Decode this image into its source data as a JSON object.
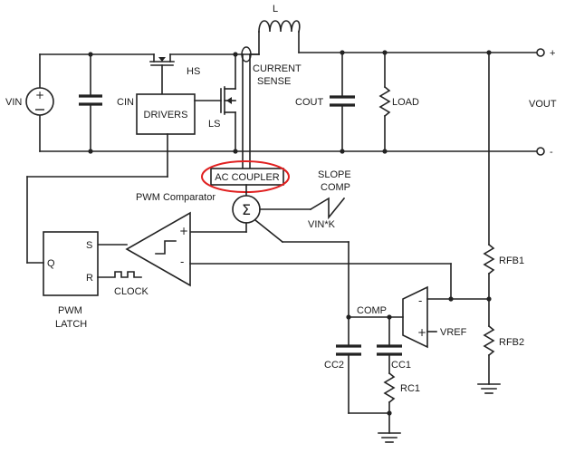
{
  "labels": {
    "inductor": "L",
    "hs": "HS",
    "ls": "LS",
    "current_sense_1": "CURRENT",
    "current_sense_2": "SENSE",
    "vin": "VIN",
    "cin": "CIN",
    "drivers": "DRIVERS",
    "cout": "COUT",
    "load": "LOAD",
    "vout": "VOUT",
    "plus": "+",
    "minus": "-",
    "ac_coupler": "AC COUPLER",
    "slope_comp_1": "SLOPE",
    "slope_comp_2": "COMP",
    "vin_k": "VIN*K",
    "pwm_comparator": "PWM Comparator",
    "sigma": "Σ",
    "pin_q": "Q",
    "pin_s": "S",
    "pin_r": "R",
    "pwm_latch_1": "PWM",
    "pwm_latch_2": "LATCH",
    "clock": "CLOCK",
    "comp": "COMP",
    "vref": "VREF",
    "rfb1": "RFB1",
    "rfb2": "RFB2",
    "cc2": "CC2",
    "cc1": "CC1",
    "rc1": "RC1"
  },
  "colors": {
    "wire": "#222222",
    "highlight": "#e02020",
    "background": "#ffffff"
  }
}
